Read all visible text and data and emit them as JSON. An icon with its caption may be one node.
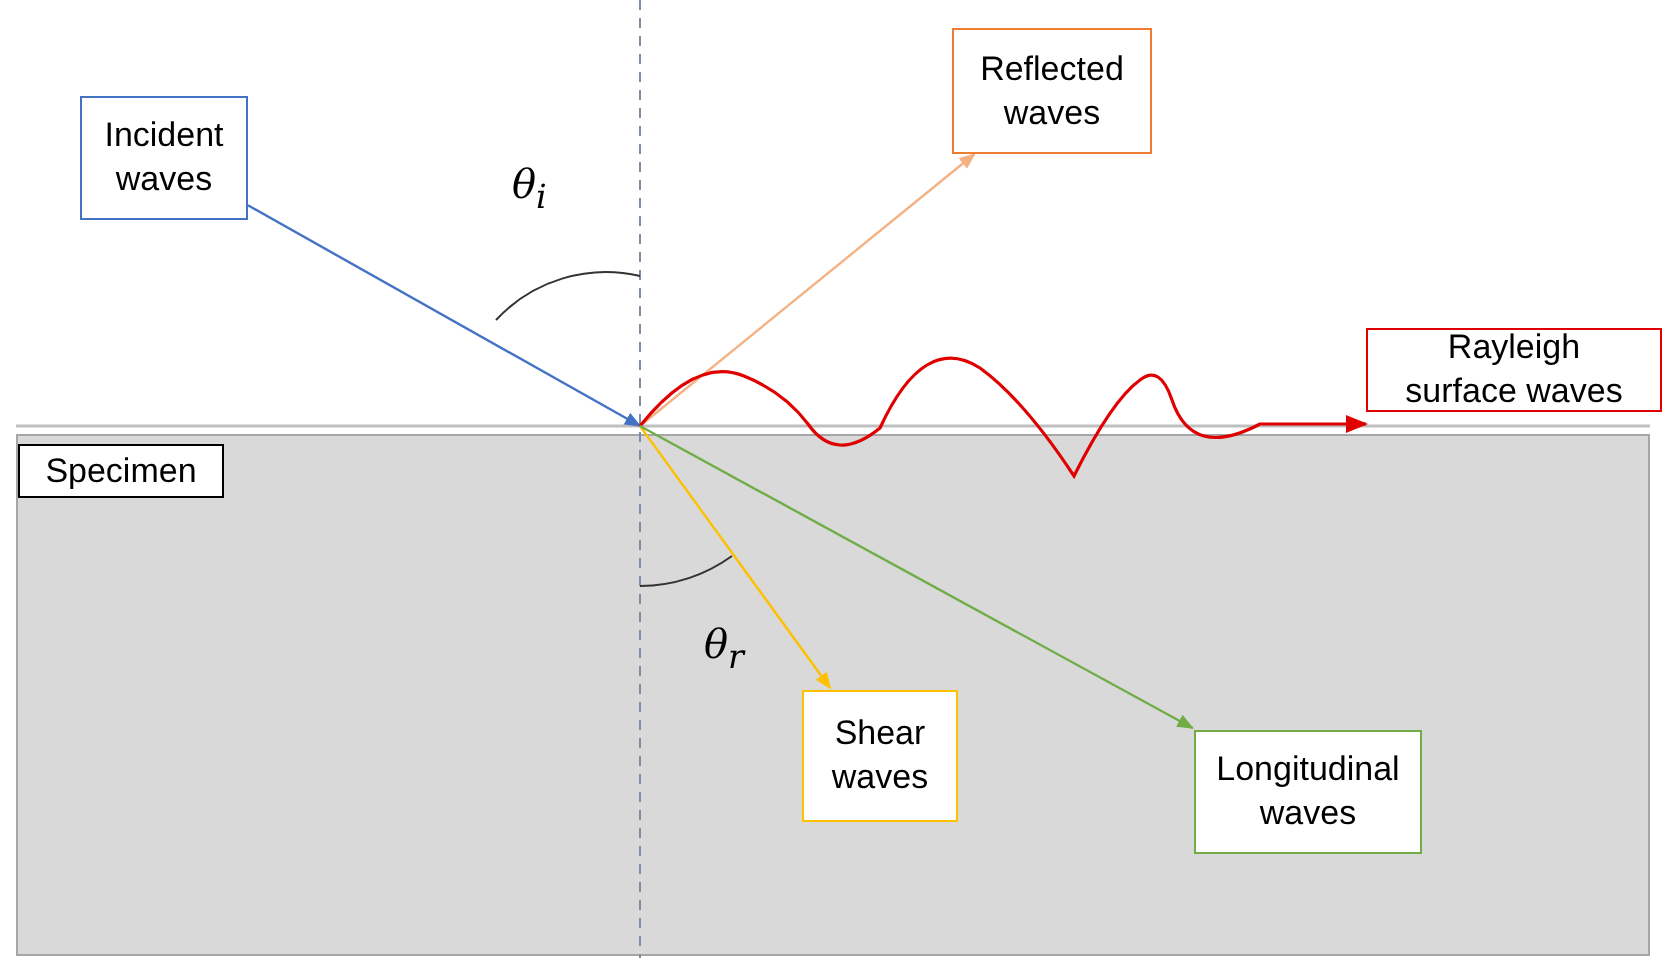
{
  "diagram": {
    "nodes": [
      {
        "text": [
          "Incident waves"
        ]
      },
      {
        "text": [
          "Reflected waves"
        ]
      },
      {
        "text": [
          "Rayleigh surface waves"
        ]
      },
      {
        "text": [],
        "shape": "box"
      },
      {
        "text": [
          "Specimen"
        ],
        "in": 3
      },
      {
        "text": [
          "Shear waves"
        ],
        "in": 3
      },
      {
        "text": [
          "Longitudinal waves"
        ],
        "in": 3
      }
    ],
    "edges": [
      {
        "from": 0,
        "to": 3,
        "arrow": "to",
        "color": "#4472c4"
      },
      {
        "from": 3,
        "to": 1,
        "arrow": "to",
        "color": "#f4b183"
      },
      {
        "from": 3,
        "to": 2,
        "arrow": "to",
        "color": "#e00000"
      },
      {
        "from": 3,
        "to": 5,
        "arrow": "to",
        "color": "#ffc000"
      },
      {
        "from": 3,
        "to": 6,
        "arrow": "to",
        "color": "#70ad47"
      }
    ],
    "labels": [
      "θ$_{i}$",
      "θ$_{r}$"
    ]
  }
}
